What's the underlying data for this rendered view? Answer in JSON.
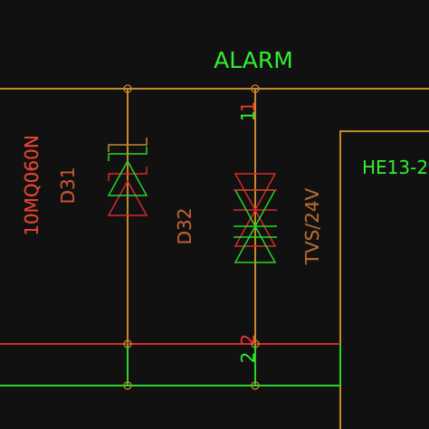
{
  "net_label": "ALARM",
  "connector_label": "HE13-2",
  "components": {
    "d31": {
      "ref_a": "D31",
      "ref_b": "D31",
      "value_a": "10MQ060N",
      "value_b": "10MQ060N"
    },
    "d32": {
      "ref_a": "D32",
      "ref_b": "D32"
    },
    "tvs": {
      "value_a": "TVS/24V",
      "value_b": "TVS/24V"
    }
  },
  "pins": {
    "top_a": "1",
    "top_b": "1",
    "bottom_a": "2",
    "bottom_b": "2"
  },
  "colors": {
    "background": "#111111",
    "wire_orange": "#c8882a",
    "wire_red": "#d42a2a",
    "wire_green": "#2ad42a",
    "text_green": "#33ee33",
    "text_red": "#ee3333",
    "text_orange": "#e0a030"
  }
}
